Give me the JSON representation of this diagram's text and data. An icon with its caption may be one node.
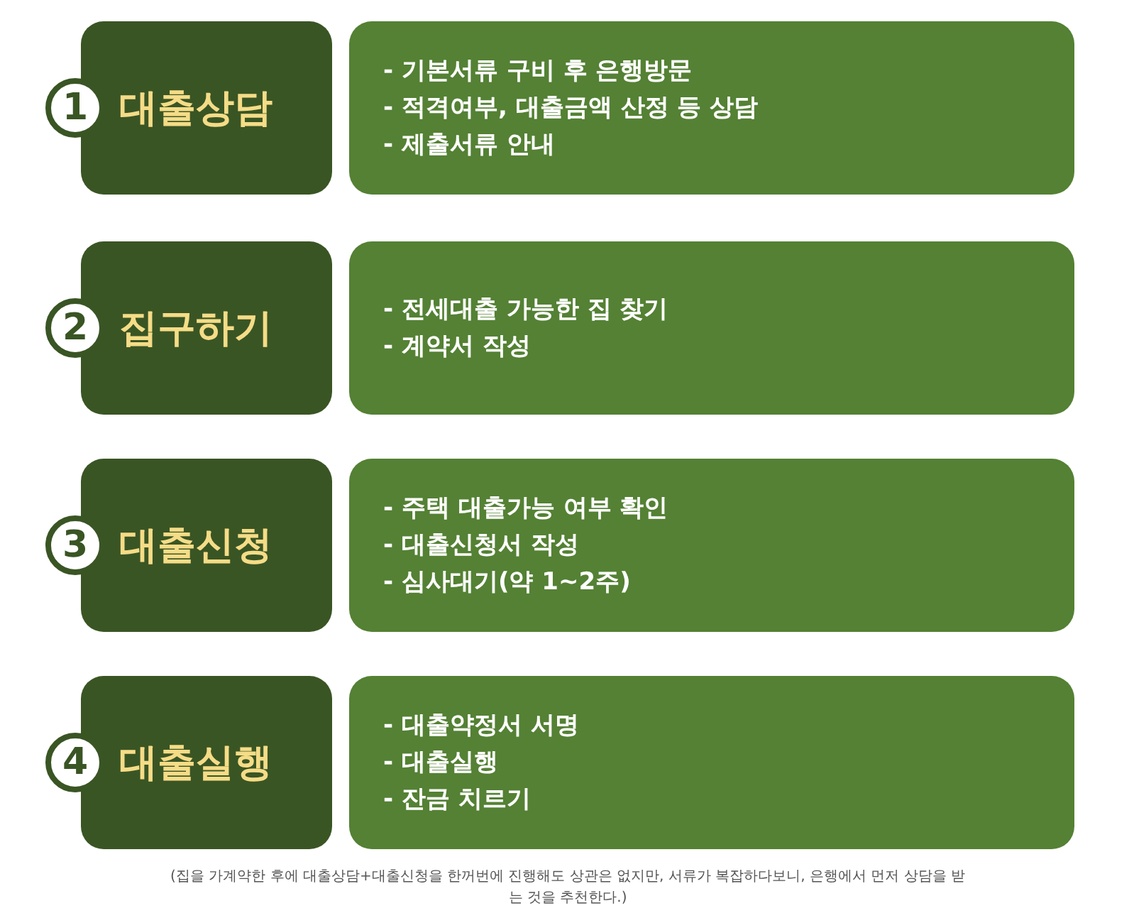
{
  "diagram": {
    "caption": "(집을 가계약한 후에 대출상담+대출신청을 한꺼번에 진행해도 상관은 없지만, 서류가 복잡하다보니, 은행에서 먼저 상담을 받는 것을 추천한다.)",
    "nodes": [
      {
        "text": [
          "1",
          "대출상담"
        ]
      },
      {
        "text": [
          "- 기본서류 구비 후 은행방문",
          "- 적격여부, 대출금액 산정 등 상담",
          "- 제출서류 안내"
        ]
      },
      {
        "text": [
          "2",
          "집구하기"
        ]
      },
      {
        "text": [
          "- 전세대출 가능한 집 찾기",
          "- 계약서 작성"
        ]
      },
      {
        "text": [
          "3",
          "대출신청"
        ]
      },
      {
        "text": [
          "- 주택 대출가능 여부 확인",
          "- 대출신청서 작성",
          "- 심사대기(약 1~2주)"
        ]
      },
      {
        "text": [
          "4",
          "대출실행"
        ]
      },
      {
        "text": [
          "- 대출약정서 서명",
          "- 대출실행",
          "- 잔금 치르기"
        ]
      }
    ]
  }
}
